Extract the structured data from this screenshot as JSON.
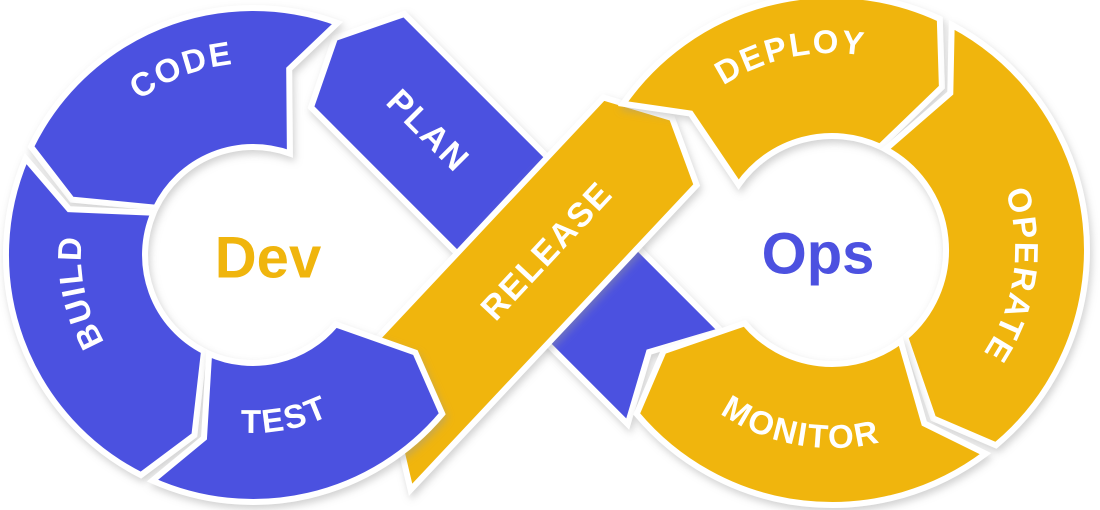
{
  "diagram": {
    "type": "devops-infinity-loop",
    "background": "#ffffff",
    "colors": {
      "dev_blue": "#4c51e0",
      "ops_yellow": "#f0b50d",
      "segment_text": "#ffffff",
      "shadow": "#9a9a9a"
    },
    "dev_loop": {
      "center_label": "Dev",
      "center_label_color": "#f0b50d",
      "segments": [
        {
          "label": "PLAN"
        },
        {
          "label": "CODE"
        },
        {
          "label": "BUILD"
        },
        {
          "label": "TEST"
        }
      ]
    },
    "ops_loop": {
      "center_label": "Ops",
      "center_label_color": "#4c51e0",
      "segments": [
        {
          "label": "DEPLOY"
        },
        {
          "label": "OPERATE"
        },
        {
          "label": "MONITOR"
        }
      ]
    },
    "crossover": {
      "label": "RELEASE"
    }
  }
}
